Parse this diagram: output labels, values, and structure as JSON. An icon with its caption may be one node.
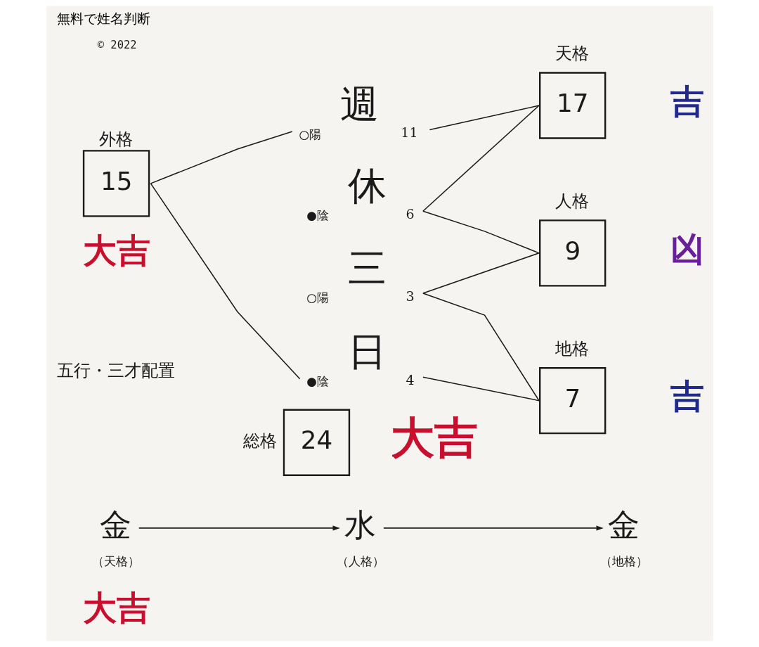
{
  "diagram": {
    "title": "無料で姓名判断",
    "nodes": [
      {
        "text": [
          "週"
        ],
        "beside": [
          "○陽",
          "11"
        ]
      },
      {
        "text": [
          "休"
        ],
        "beside": [
          "●陰",
          "6"
        ]
      },
      {
        "text": [
          "三"
        ],
        "beside": [
          "○陽",
          "3"
        ]
      },
      {
        "text": [
          "日"
        ],
        "beside": [
          "●陰",
          "4"
        ]
      },
      {
        "text": [
          "天格",
          "17"
        ],
        "beside": [
          "吉"
        ]
      },
      {
        "text": [
          "人格",
          "9"
        ],
        "beside": [
          "凶"
        ]
      },
      {
        "text": [
          "地格",
          "7"
        ],
        "beside": [
          "吉"
        ]
      },
      {
        "text": [
          "外格",
          "15"
        ],
        "beside": [
          "大吉"
        ]
      },
      {
        "text": [
          "総格",
          "24"
        ],
        "beside": [
          "大吉"
        ]
      },
      {
        "text": [
          "金"
        ],
        "beside": [
          "（天格）"
        ]
      },
      {
        "text": [
          "水"
        ],
        "beside": [
          "（人格）"
        ]
      },
      {
        "text": [
          "金"
        ],
        "beside": [
          "（地格）"
        ]
      }
    ],
    "edges": [
      {
        "from": 0,
        "to": 4,
        "arrow": "none"
      },
      {
        "from": 1,
        "to": 4,
        "arrow": "none"
      },
      {
        "from": 1,
        "to": 5,
        "arrow": "none"
      },
      {
        "from": 2,
        "to": 5,
        "arrow": "none"
      },
      {
        "from": 2,
        "to": 6,
        "arrow": "none"
      },
      {
        "from": 3,
        "to": 6,
        "arrow": "none"
      },
      {
        "from": 7,
        "to": 0,
        "arrow": "none"
      },
      {
        "from": 7,
        "to": 3,
        "arrow": "none"
      },
      {
        "from": 9,
        "to": 10,
        "arrow": "to"
      },
      {
        "from": 10,
        "to": 11,
        "arrow": "to"
      }
    ],
    "labels": [
      "© 2022",
      "五行・三才配置",
      "大吉"
    ]
  }
}
